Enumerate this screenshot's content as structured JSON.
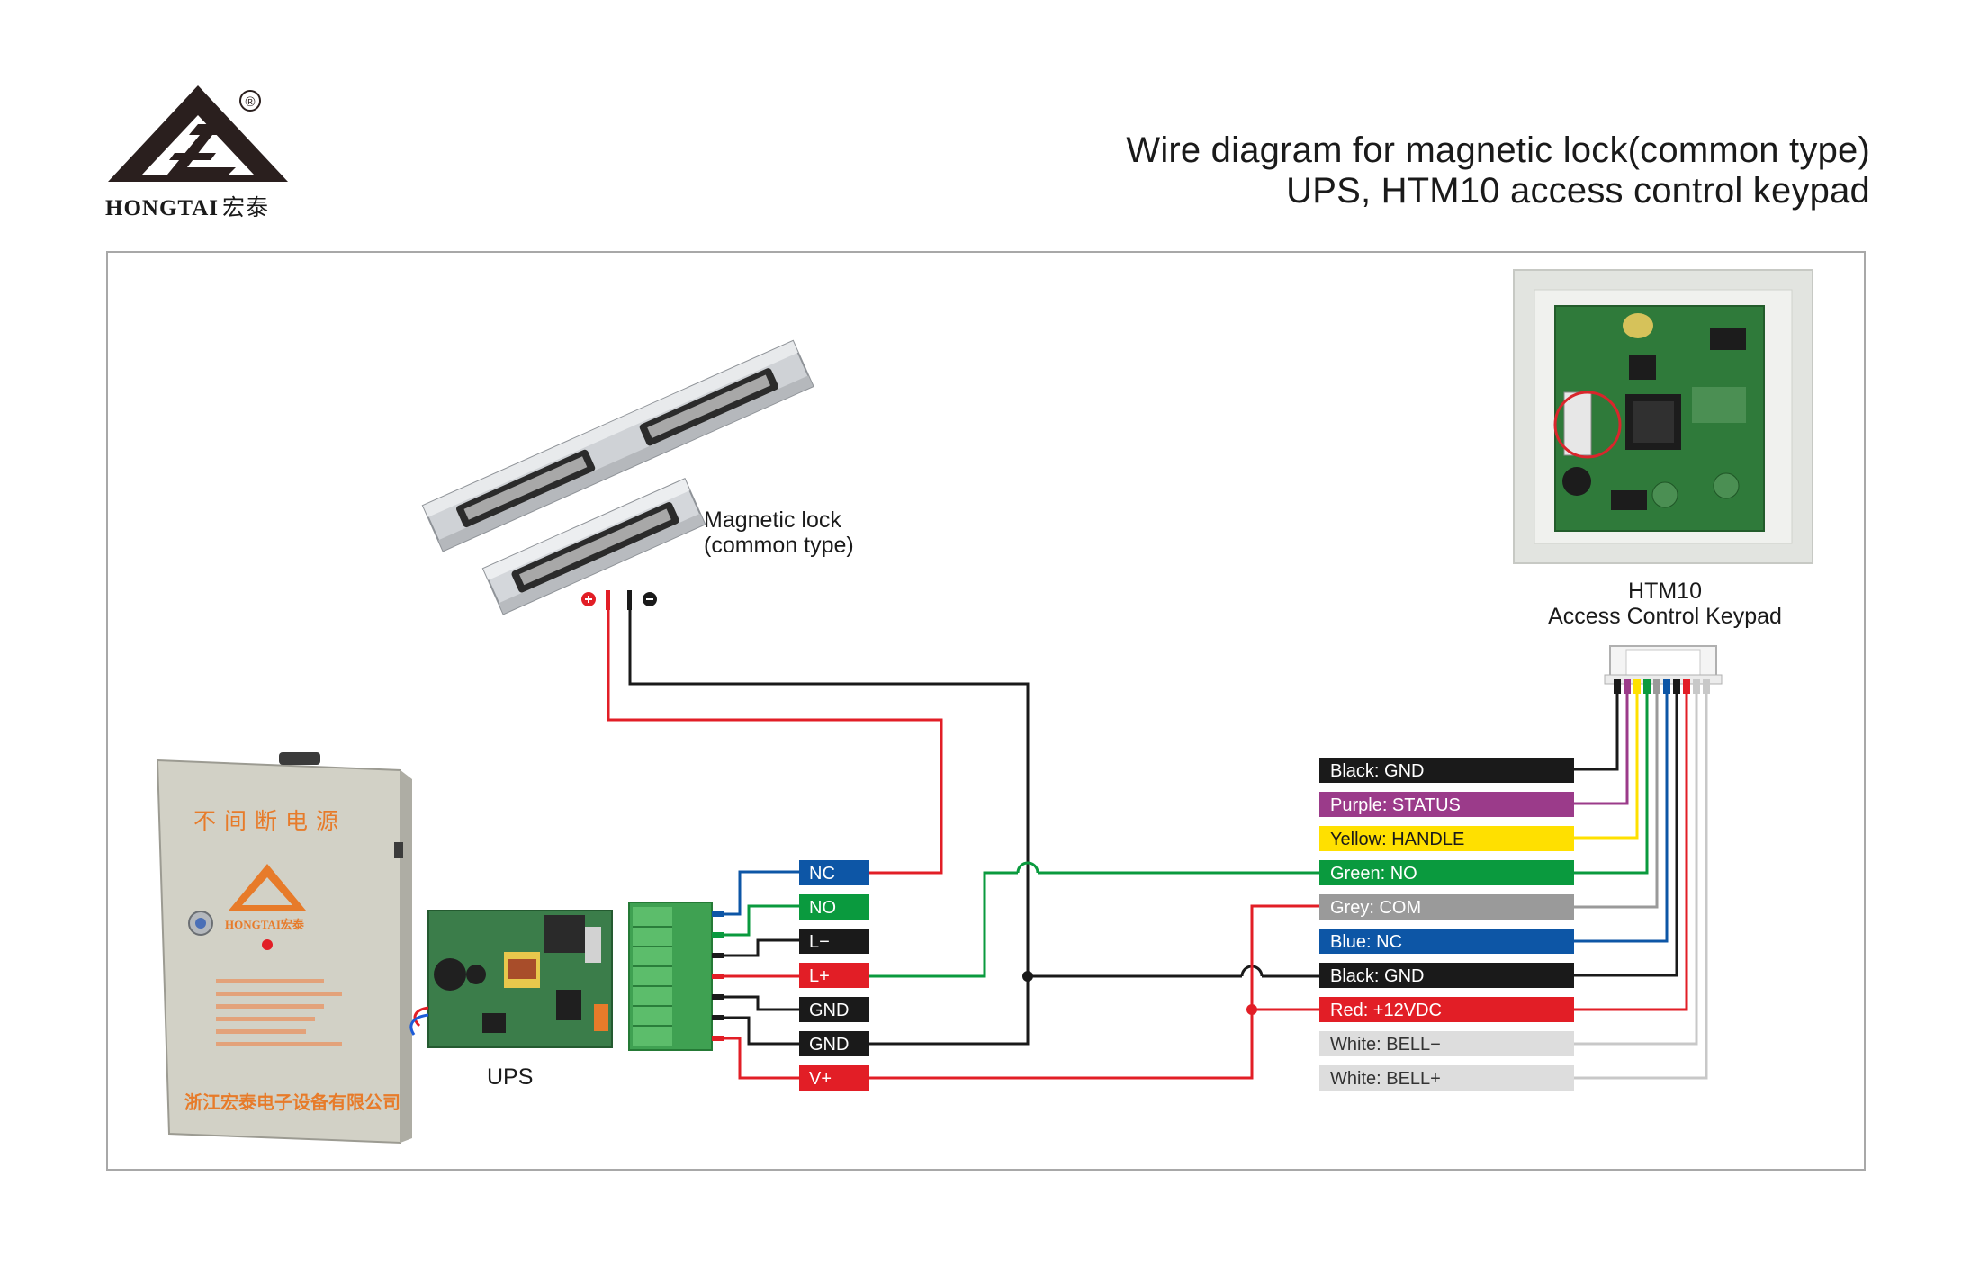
{
  "brand": {
    "name": "HONGTAI",
    "name_cn": "宏泰",
    "registered_mark": "®"
  },
  "title": {
    "line1": "Wire diagram for magnetic lock(common type)",
    "line2": "UPS, HTM10 access control keypad"
  },
  "components": {
    "maglock_label_line1": "Magnetic lock",
    "maglock_label_line2": "(common type)",
    "keypad_label_line1": "HTM10",
    "keypad_label_line2": "Access Control Keypad",
    "ups_label": "UPS",
    "ups_box_text_top": "不间断电源",
    "ups_box_text_bottom": "浙江宏泰电子设备有限公司",
    "ups_box_logo_text": "HONGTAI宏泰"
  },
  "ups_terminals": [
    {
      "label": "NC",
      "bg": "#0d56a6",
      "fg": "#ffffff"
    },
    {
      "label": "NO",
      "bg": "#0a9a3e",
      "fg": "#ffffff"
    },
    {
      "label": "L−",
      "bg": "#1a1a1a",
      "fg": "#ffffff"
    },
    {
      "label": "L+",
      "bg": "#e21e26",
      "fg": "#ffffff"
    },
    {
      "label": "GND",
      "bg": "#1a1a1a",
      "fg": "#ffffff"
    },
    {
      "label": "GND",
      "bg": "#1a1a1a",
      "fg": "#ffffff"
    },
    {
      "label": "V+",
      "bg": "#e21e26",
      "fg": "#ffffff"
    }
  ],
  "keypad_wires": [
    {
      "label": "Black: GND",
      "bg": "#1a1a1a",
      "fg": "#ffffff"
    },
    {
      "label": "Purple: STATUS",
      "bg": "#9b3b8a",
      "fg": "#ffffff"
    },
    {
      "label": "Yellow: HANDLE",
      "bg": "#ffe000",
      "fg": "#1a1a1a"
    },
    {
      "label": "Green: NO",
      "bg": "#0a9a3e",
      "fg": "#ffffff"
    },
    {
      "label": "Grey: COM",
      "bg": "#9a9a9a",
      "fg": "#ffffff"
    },
    {
      "label": "Blue: NC",
      "bg": "#0d56a6",
      "fg": "#ffffff"
    },
    {
      "label": "Black: GND",
      "bg": "#1a1a1a",
      "fg": "#ffffff"
    },
    {
      "label": "Red: +12VDC",
      "bg": "#e21e26",
      "fg": "#ffffff"
    },
    {
      "label": "White: BELL−",
      "bg": "#dddddd",
      "fg": "#333333"
    },
    {
      "label": "White: BELL+",
      "bg": "#dddddd",
      "fg": "#333333"
    }
  ],
  "colors": {
    "red": "#e21e26",
    "black": "#1a1a1a",
    "green": "#0a9a3e",
    "blue": "#0d56a6",
    "purple": "#9b3b8a",
    "yellow": "#ffe000",
    "grey": "#9a9a9a",
    "white_wire": "#c8c8c8",
    "frame": "#a8a8a8"
  }
}
